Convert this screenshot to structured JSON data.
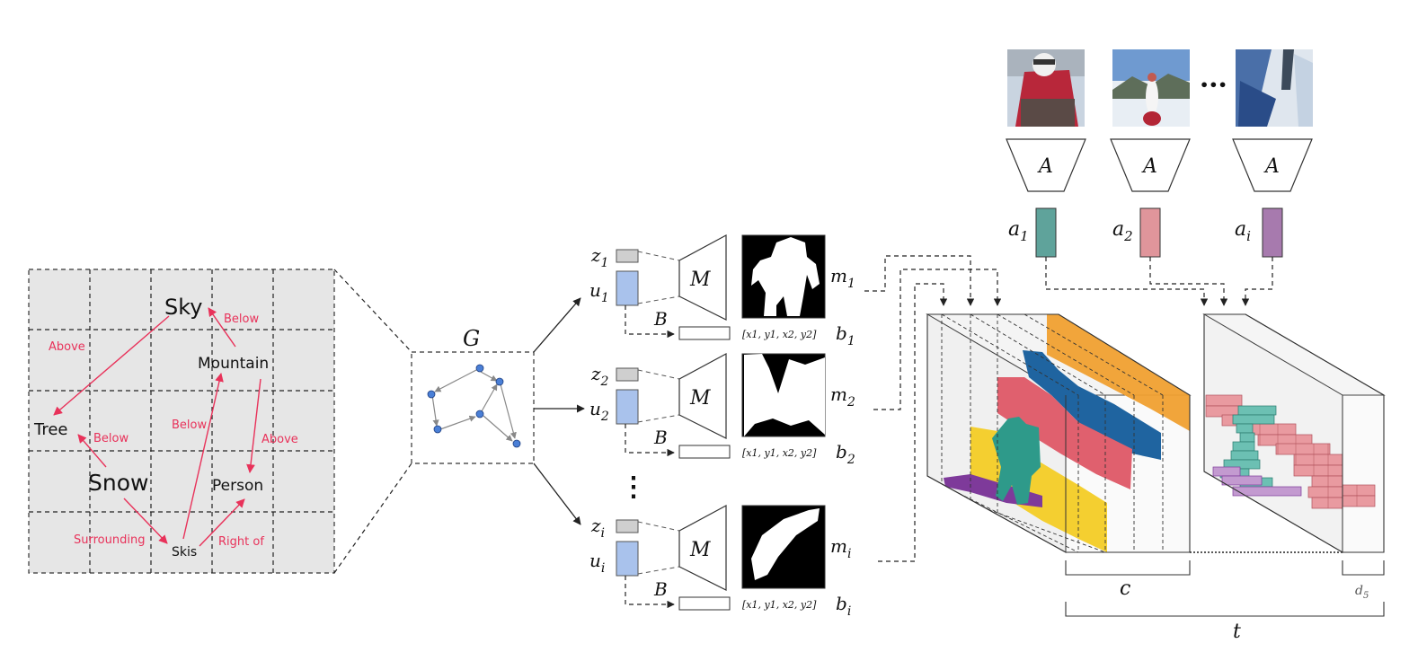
{
  "scene_graph": {
    "objects": [
      "Sky",
      "Mountain",
      "Tree",
      "Snow",
      "Person",
      "Skis"
    ],
    "relations": [
      "Above",
      "Below",
      "Below",
      "Below",
      "Above",
      "Surrounding",
      "Right of"
    ]
  },
  "graph": {
    "label": "G"
  },
  "boxes": [
    {
      "z": "z",
      "z_sub": "1",
      "u": "u",
      "u_sub": "1",
      "M": "M",
      "B": "B",
      "m": "m",
      "m_sub": "1",
      "coords": "[x1, y1, x2, y2]",
      "b": "b",
      "b_sub": "1"
    },
    {
      "z": "z",
      "z_sub": "2",
      "u": "u",
      "u_sub": "2",
      "M": "M",
      "B": "B",
      "m": "m",
      "m_sub": "2",
      "coords": "[x1, y1, x2, y2]",
      "b": "b",
      "b_sub": "2"
    },
    {
      "z": "z",
      "z_sub": "i",
      "u": "u",
      "u_sub": "i",
      "M": "M",
      "B": "B",
      "m": "m",
      "m_sub": "i",
      "coords": "[x1, y1, x2, y2]",
      "b": "b",
      "b_sub": "i"
    }
  ],
  "ellipsis_v": "⋮",
  "ellipsis_h": "•••",
  "appearance": [
    {
      "A": "A",
      "a": "a",
      "a_sub": "1",
      "color": "#5fa39b"
    },
    {
      "A": "A",
      "a": "a",
      "a_sub": "2",
      "color": "#e0959b"
    },
    {
      "A": "A",
      "a": "a",
      "a_sub": "i",
      "color": "#a77aae"
    }
  ],
  "brackets": {
    "c": "c",
    "t": "t",
    "d": "d",
    "d_sub": "5"
  },
  "colors": {
    "relation": "#e8325a",
    "node": "#4a7fd6",
    "u_box": "#a9c2ec",
    "z_box": "#cfcfcf",
    "layout_bg": "#e6e6e6",
    "orange": "#f0a030",
    "blue": "#1f64a0",
    "pink": "#e0606e",
    "yellow": "#f4cf30",
    "teal": "#2e9a8a",
    "purple": "#7e3a9a"
  }
}
